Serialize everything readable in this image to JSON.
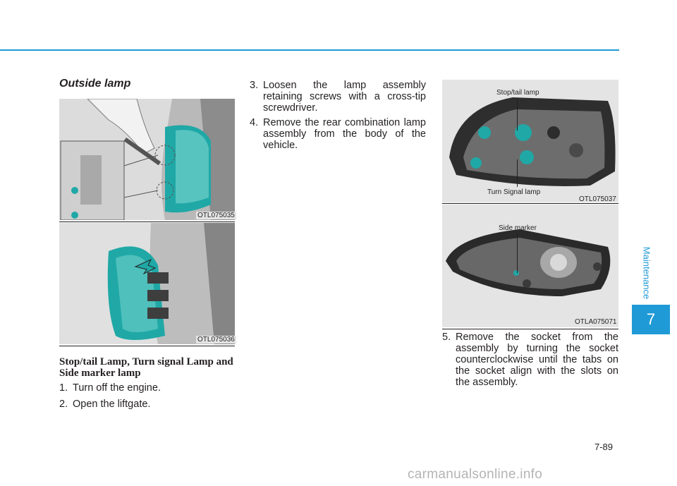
{
  "page": {
    "section_title": "Outside lamp",
    "subheading": "Stop/tail Lamp, Turn signal Lamp and Side marker lamp",
    "page_number": "7-89",
    "chapter_number": "7",
    "chapter_label": "Maintenance",
    "watermark": "carmanualsonline.info"
  },
  "figures": {
    "fig1": {
      "code": "OTL075035"
    },
    "fig2": {
      "code": "OTL075036"
    },
    "fig3": {
      "code": "OTL075037",
      "label_top": "Stop/tail lamp",
      "label_bottom": "Turn Signal lamp"
    },
    "fig4": {
      "code": "OTLA075071",
      "label": "Side marker"
    }
  },
  "steps": [
    {
      "num": "1.",
      "text": "Turn off the engine."
    },
    {
      "num": "2.",
      "text": "Open the liftgate."
    },
    {
      "num": "3.",
      "text": "Loosen the lamp assembly retaining screws with a cross-tip screwdriver."
    },
    {
      "num": "4.",
      "text": "Remove the rear combination lamp assembly from the body of the vehicle."
    },
    {
      "num": "5.",
      "text": "Remove the socket from the assembly by turning the socket counterclockwise until the tabs on the socket align with the slots on the assembly."
    }
  ],
  "colors": {
    "accent": "#1f9ad6",
    "teal_highlight": "#1fa8a6"
  }
}
